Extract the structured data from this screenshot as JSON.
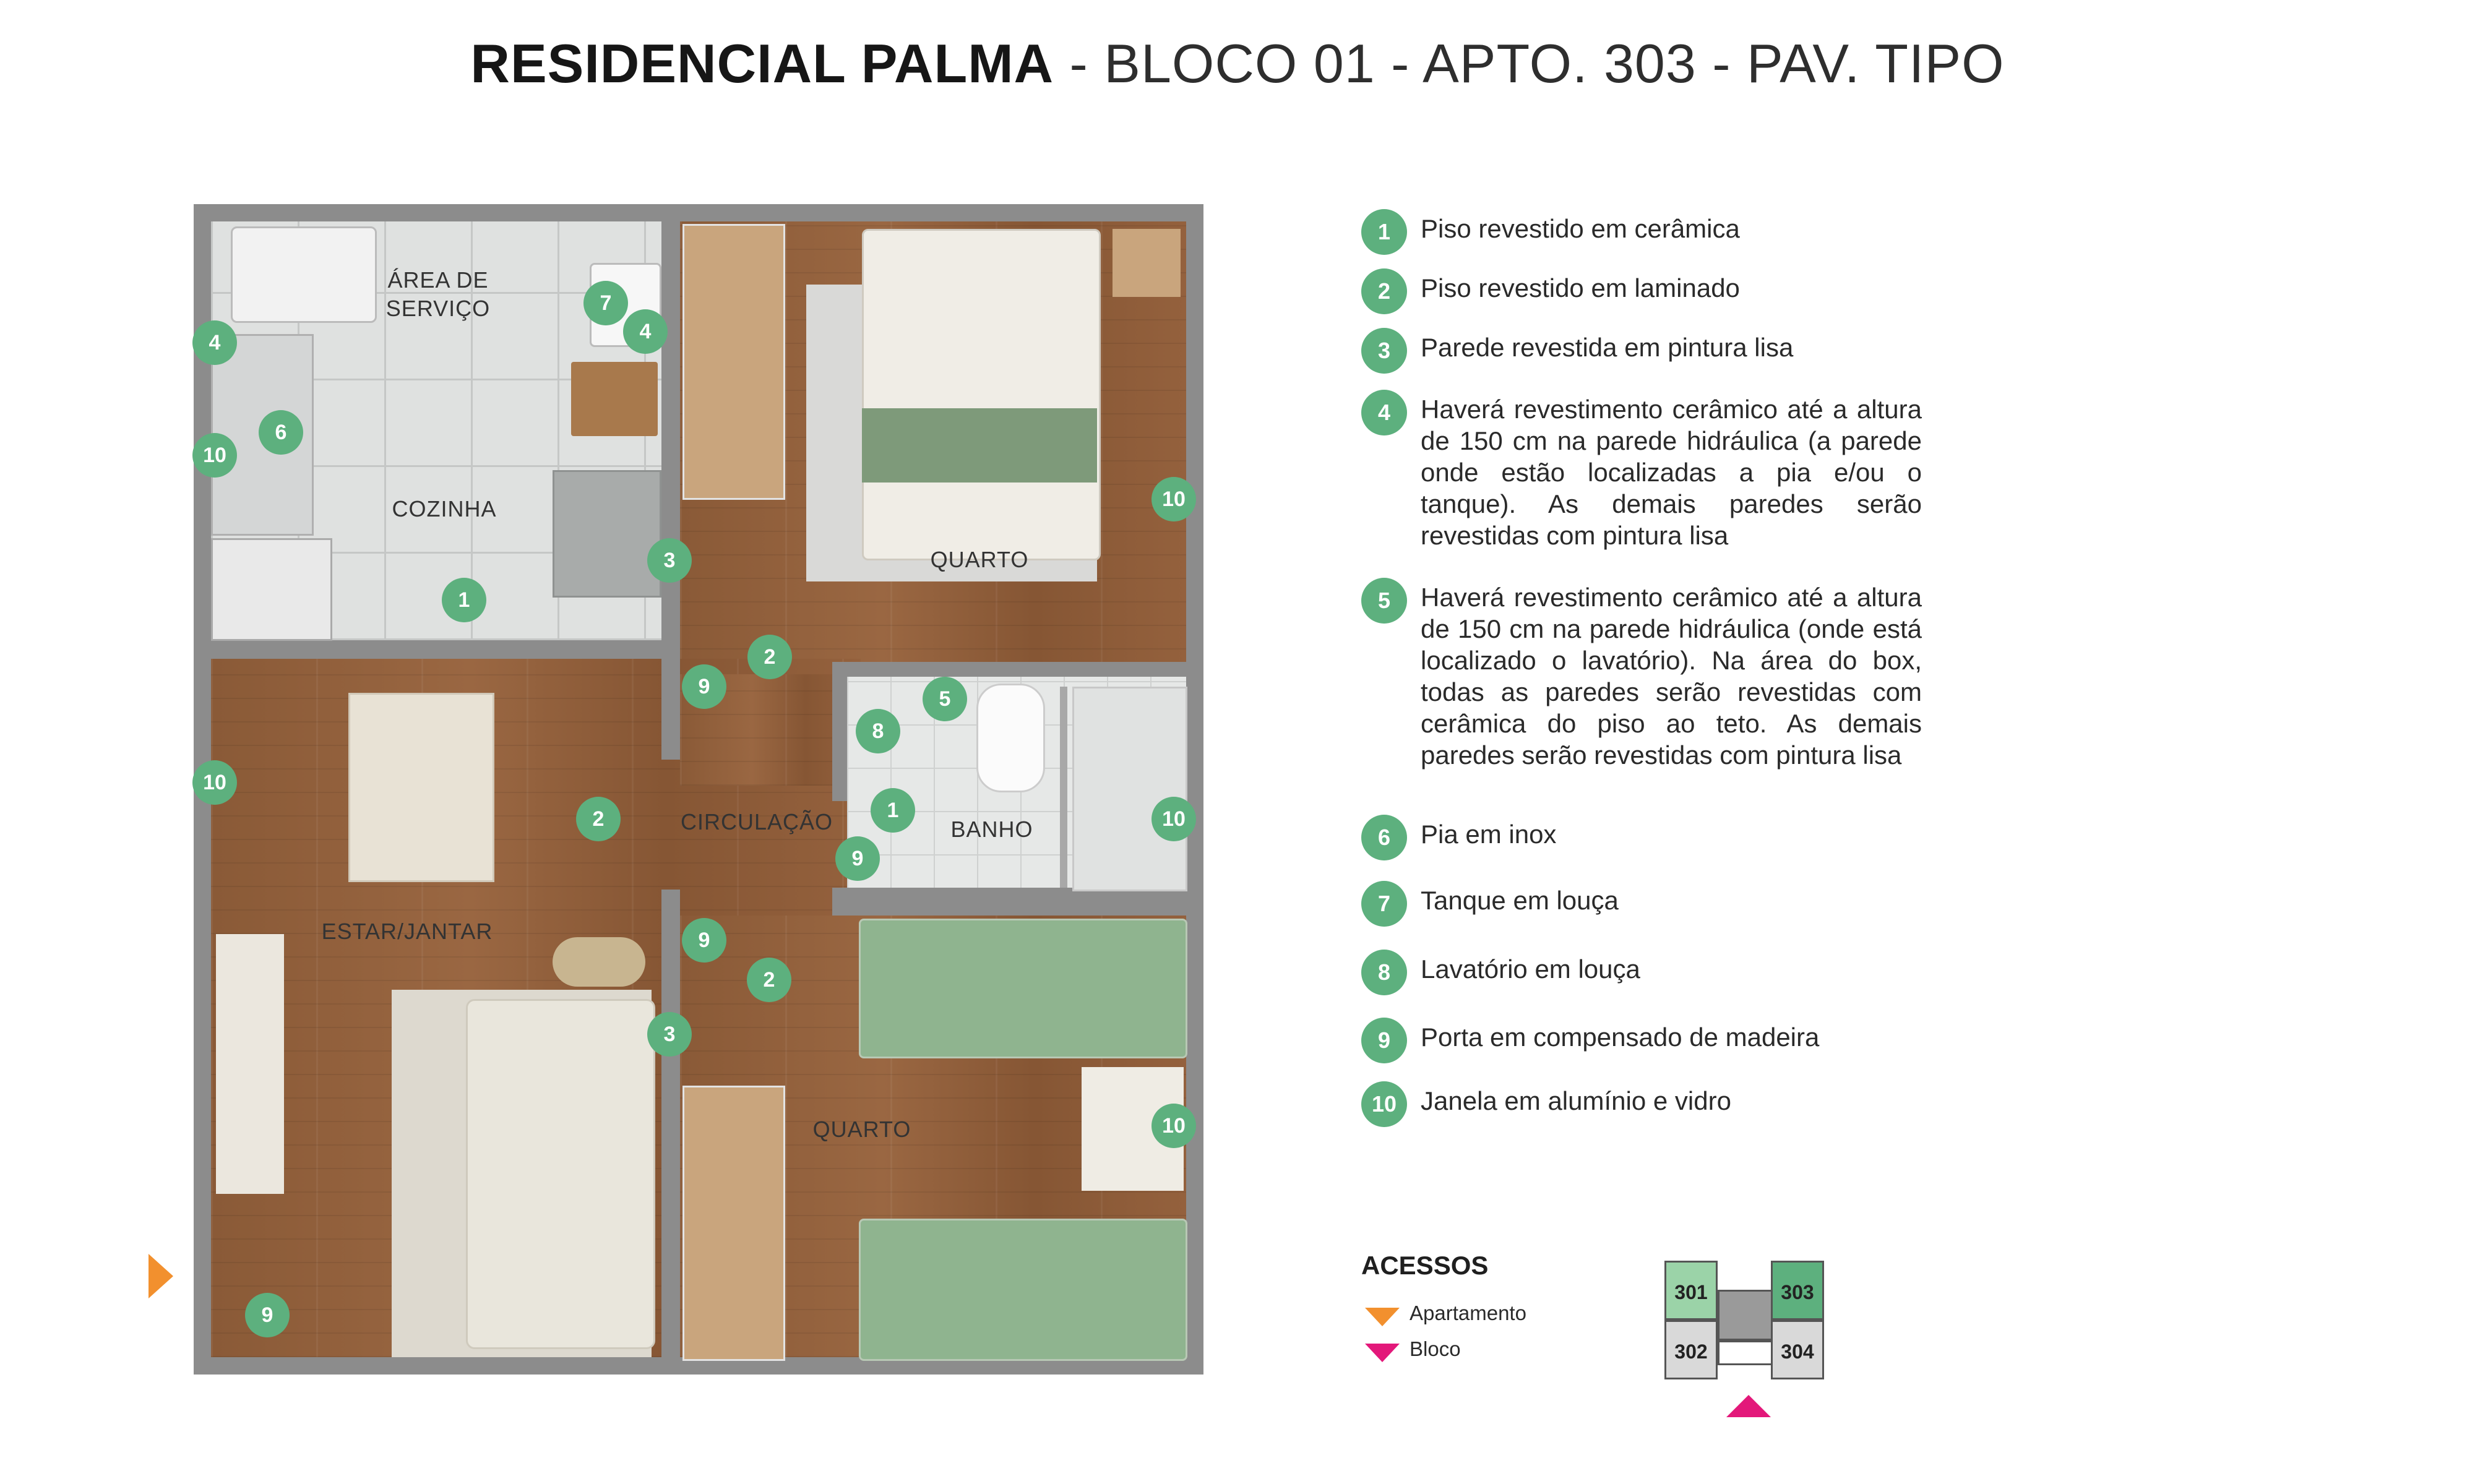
{
  "title": {
    "bold": "RESIDENCIAL PALMA",
    "rest": " - BLOCO 01 - APTO. 303 - PAV. TIPO"
  },
  "rooms": {
    "area_servico": "ÁREA DE\nSERVIÇO",
    "cozinha": "COZINHA",
    "quarto1": "QUARTO",
    "estar": "ESTAR/JANTAR",
    "circulacao": "CIRCULAÇÃO",
    "banho": "BANHO",
    "quarto2": "QUARTO"
  },
  "markers": [
    "7",
    "4",
    "4",
    "6",
    "10",
    "3",
    "1",
    "2",
    "9",
    "10",
    "5",
    "8",
    "10",
    "2",
    "1",
    "9",
    "10",
    "9",
    "2",
    "3",
    "10",
    "9"
  ],
  "legend": [
    {
      "num": "1",
      "text": "Piso revestido em cerâmica"
    },
    {
      "num": "2",
      "text": "Piso revestido em laminado"
    },
    {
      "num": "3",
      "text": "Parede revestida em pintura lisa"
    },
    {
      "num": "4",
      "text": "Haverá revestimento cerâmico até a altura de 150 cm na parede hidráulica (a parede onde estão localizadas a pia e/ou o tanque). As demais paredes serão revestidas com pintura lisa"
    },
    {
      "num": "5",
      "text": "Haverá revestimento cerâmico até a altura de 150 cm na parede hidráulica (onde está localizado o lavatório). Na área do box, todas as paredes serão revestidas com cerâmica do piso ao teto. As demais paredes serão revestidas com pintura lisa"
    },
    {
      "num": "6",
      "text": "Pia em inox"
    },
    {
      "num": "7",
      "text": "Tanque em louça"
    },
    {
      "num": "8",
      "text": "Lavatório em louça"
    },
    {
      "num": "9",
      "text": "Porta em compensado de madeira"
    },
    {
      "num": "10",
      "text": "Janela em alumínio e vidro"
    }
  ],
  "acessos": {
    "title": "ACESSOS",
    "apartamento": "Apartamento",
    "bloco": "Bloco"
  },
  "units": [
    "301",
    "303",
    "302",
    "304"
  ],
  "colors": {
    "marker": "#5db07e",
    "apartamento_arrow": "#f2902e",
    "bloco_arrow": "#e3187a",
    "unit_light": "#9bd3a8",
    "unit_active": "#5db07e",
    "unit_other": "#d9d9d9"
  }
}
